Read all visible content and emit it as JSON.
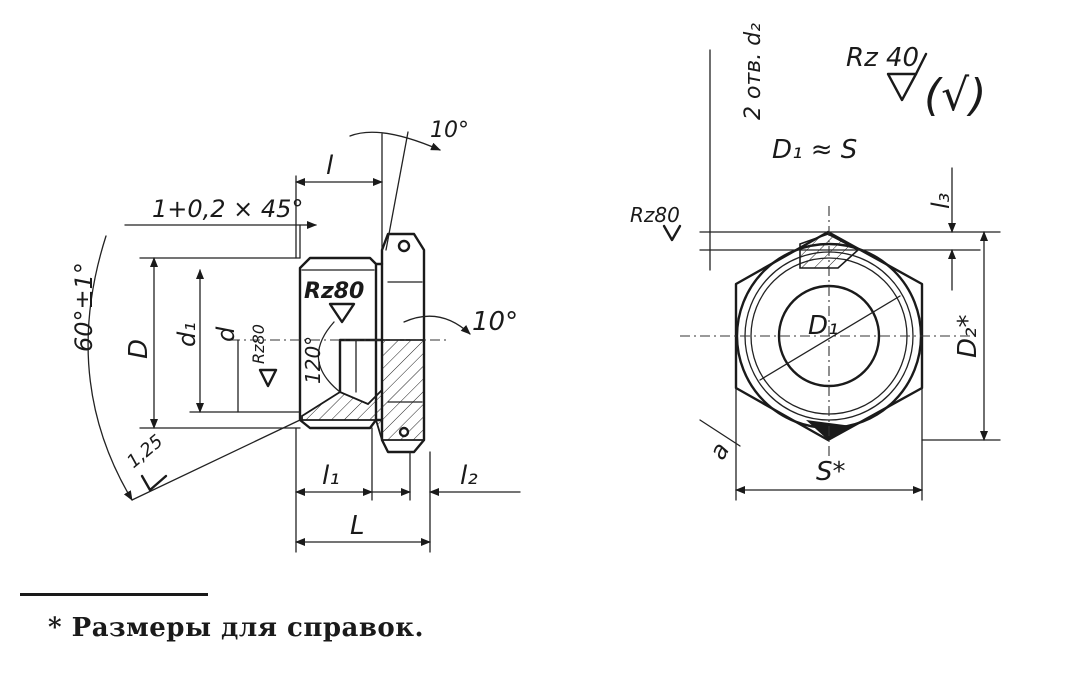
{
  "drawing": {
    "side_view": {
      "chamfer": "1+0,2 × 45°",
      "angle_top": "10°",
      "angle_right": "10°",
      "angle_60": "60°±1°",
      "angle_120": "120°",
      "dim_l": "l",
      "dim_D": "D",
      "dim_d1": "d₁",
      "dim_d": "d",
      "dim_l1": "l₁",
      "dim_l2": "l₂",
      "dim_L": "L",
      "rough_rz80_a": "Rz80",
      "rough_rz80_b": "Rz80",
      "rough_125": "1,25"
    },
    "front_view": {
      "rough_general": "Rz 40",
      "rough_general_paren": "(√)",
      "holes_label": "2 отв. d₂",
      "D1_approx_S": "D₁ ≈ S",
      "rough_rz80": "Rz80",
      "dim_l3": "l₃",
      "dim_D1": "D₁",
      "dim_D2": "D₂*",
      "dim_S": "S*",
      "dim_a": "a"
    }
  },
  "footnote": {
    "text": "* Размеры для справок."
  }
}
